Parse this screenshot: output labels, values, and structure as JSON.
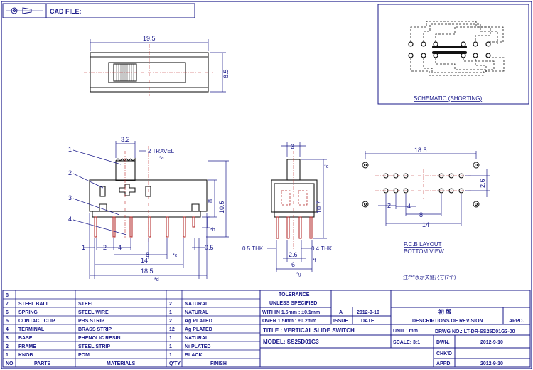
{
  "header": {
    "cad_label": "CAD FILE:"
  },
  "views": {
    "front_top": {
      "dim_length": "19.5",
      "dim_height": "6.5"
    },
    "side_front": {
      "callouts": [
        "1",
        "2",
        "3",
        "4"
      ],
      "dim_pitch_actuator": "3.2",
      "dim_travel": "2 TRAVEL",
      "mark_a": "*a",
      "dim_height_body": "8",
      "dim_total_height": "10.5",
      "mark_b": "*b",
      "dim_1": "1",
      "dim_2": "2",
      "dim_4": "4",
      "dim_8": "8",
      "mark_c": "*c",
      "dim_05": "0.5",
      "dim_14": "14",
      "dim_185": "18.5",
      "mark_d": "*d"
    },
    "side_end": {
      "dim_3": "3",
      "mark_e": "*e",
      "dim_107": "10.7",
      "dim_05thk": "0.5 THK",
      "dim_04thk": "0.4 THK",
      "dim_26": "2.6",
      "mark_f": "*f",
      "dim_6": "6",
      "mark_g": "*g"
    },
    "pcb": {
      "dim_185": "18.5",
      "dim_26": "2.6",
      "dim_2": "2",
      "dim_4": "4",
      "dim_8": "8",
      "dim_14": "14",
      "label": "P.C.B LAYOUT",
      "sublabel": "BOTTOM VIEW",
      "note": "注:\"*\"表示关键尺寸(7个)"
    },
    "schematic": {
      "label": "SCHEMATIC (SHORTING)"
    }
  },
  "bom": {
    "rows": [
      {
        "no": "8",
        "part": "",
        "material": "",
        "qty": "",
        "finish": ""
      },
      {
        "no": "7",
        "part": "STEEL BALL",
        "material": "STEEL",
        "qty": "2",
        "finish": "NATURAL"
      },
      {
        "no": "6",
        "part": "SPRING",
        "material": "STEEL WIRE",
        "qty": "1",
        "finish": "NATURAL"
      },
      {
        "no": "5",
        "part": "CONTACT CLIP",
        "material": "PBS STRIP",
        "qty": "2",
        "finish": "Ag PLATED"
      },
      {
        "no": "4",
        "part": "TERMINAL",
        "material": "BRASS STRIP",
        "qty": "12",
        "finish": "Ag PLATED"
      },
      {
        "no": "3",
        "part": "BASE",
        "material": "PHENOLIC RESIN",
        "qty": "1",
        "finish": "NATURAL"
      },
      {
        "no": "2",
        "part": "FRAME",
        "material": "STEEL STRIP",
        "qty": "1",
        "finish": "Ni PLATED"
      },
      {
        "no": "1",
        "part": "KNOB",
        "material": "POM",
        "qty": "1",
        "finish": "BLACK"
      }
    ],
    "headers": {
      "no": "NO",
      "part": "PARTS",
      "material": "MATERIALS",
      "qty": "Q'TY",
      "finish": "FINISH"
    }
  },
  "title_block": {
    "tolerance": "TOLERANCE",
    "unless": "UNLESS SPECIFIED",
    "within": "WITHIN 1.5mm : ±0.1mm",
    "over": "OVER 1.5mm : ±0.2mm",
    "rev_a": "A",
    "rev_date": "2012-9-10",
    "rev_desc": "初 版",
    "issue": "ISSUE",
    "date": "DATE",
    "desc_header": "DESCRIPTIONS OF REVISION",
    "appd": "APPD.",
    "title": "TITLE : VERTICAL SLIDE SWITCH",
    "unit": "UNIT : mm",
    "drwg_no": "DRWG NO.: LT-DR-SS25D01G3-00",
    "model": "MODEL: SS25D01G3",
    "scale": "SCALE: 3:1",
    "dwn": "DWN.",
    "dwn_date": "2012-9-10",
    "chkd": "CHK'D",
    "appd2": "APPD.",
    "appd_date": "2012-9-10"
  }
}
